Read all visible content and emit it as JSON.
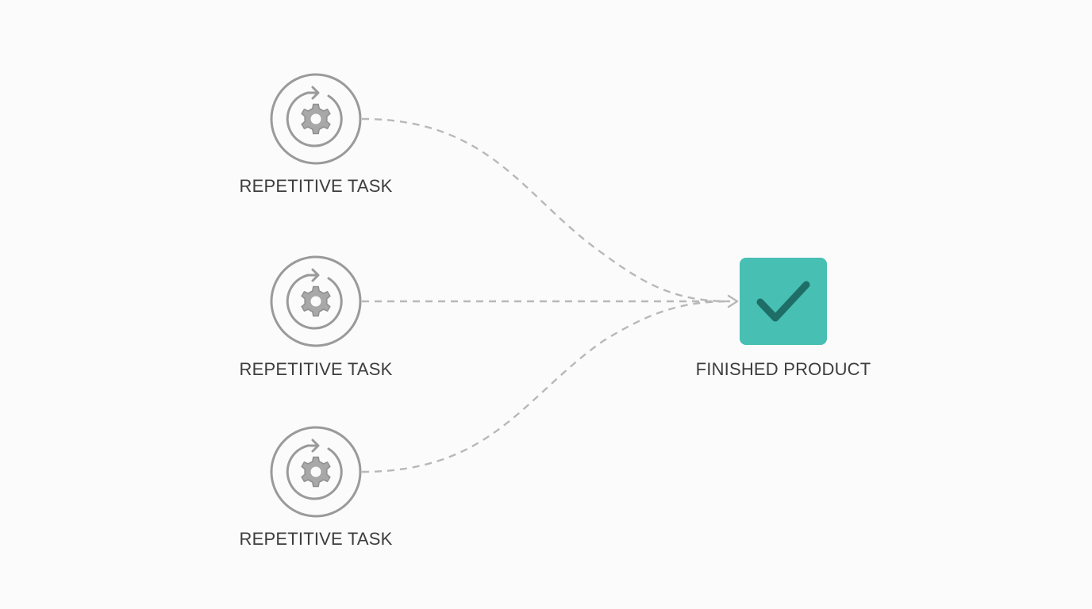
{
  "tasks": [
    {
      "label": "REPETITIVE TASK",
      "icon": "gear-cycle-icon"
    },
    {
      "label": "REPETITIVE TASK",
      "icon": "gear-cycle-icon"
    },
    {
      "label": "REPETITIVE TASK",
      "icon": "gear-cycle-icon"
    }
  ],
  "product": {
    "label": "FINISHED PRODUCT",
    "icon": "checkmark-icon"
  },
  "colors": {
    "background": "#fbfbfb",
    "icon_gray": "#9a9a9a",
    "gear_fill": "#a8a8a8",
    "connector": "#b8b8b8",
    "product_fill": "#47bfb3",
    "checkmark": "#1e6e67",
    "text": "#3d3d3d"
  }
}
